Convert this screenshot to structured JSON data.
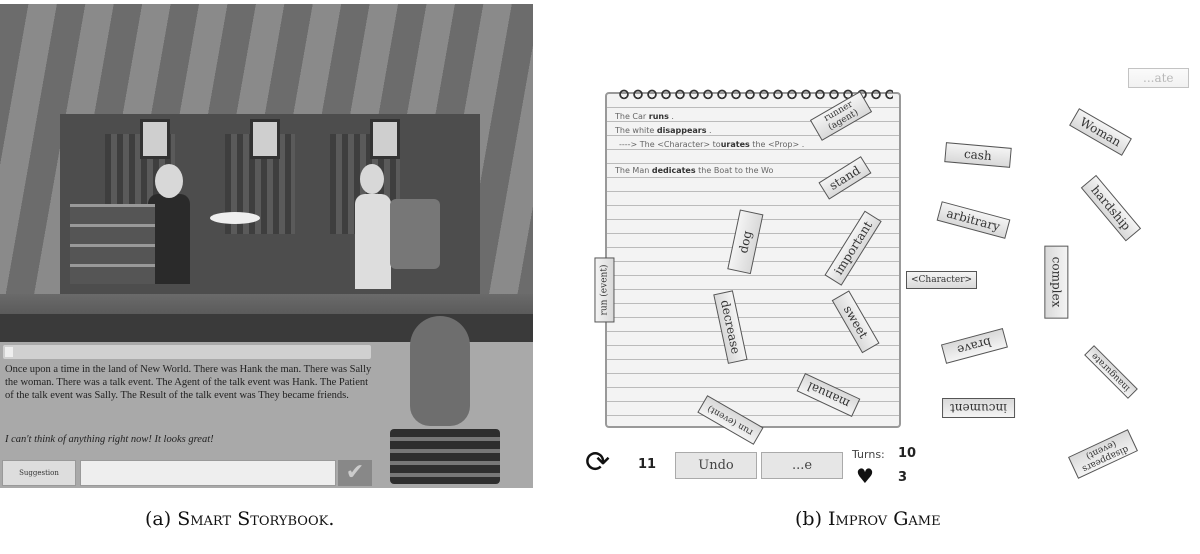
{
  "storybook": {
    "story_text": "Once upon a time in the land of New World. There was Hank the man. There was Sally the woman. There was a talk event. The Agent of the talk event was Hank. The Patient of the talk event was Sally. The Result of the talk event was They became friends.",
    "comment": "I can't think of anything right now! It looks great!",
    "suggestion_button": "Suggestion",
    "submit_icon": "checkmark-icon"
  },
  "improv": {
    "notebook_lines": {
      "l1_a": "The Car ",
      "l1_b": "runs",
      "l1_c": " .",
      "l2_a": "The white ",
      "l2_b": "disappears",
      "l2_c": " .",
      "l3_a": "---->  The <Character> to",
      "l3_b": "urates",
      "l3_c": " the <Prop> .",
      "l4_a": "The Man ",
      "l4_b": "dedicates",
      "l4_c": " the Boat to the Wo"
    },
    "tiles": [
      "runner (agent)",
      "stand",
      "dog",
      "important",
      "run (event)",
      "decrease",
      "sweet",
      "manual",
      "run (event)",
      "cash",
      "arbitrary",
      "<Character>",
      "complex",
      "brave",
      "incument",
      "Woman",
      "...ate",
      "hardship",
      "inaugurate",
      "disappears (event)"
    ],
    "timer_value": "11",
    "undo_label": "Undo",
    "second_button_label": "...e",
    "turns_label": "Turns:",
    "turns_value": "10",
    "lives_value": "3"
  },
  "captions": {
    "a_prefix": "(a) ",
    "a_title": "Smart Storybook.",
    "b_prefix": "(b) ",
    "b_title": "Improv Game"
  }
}
